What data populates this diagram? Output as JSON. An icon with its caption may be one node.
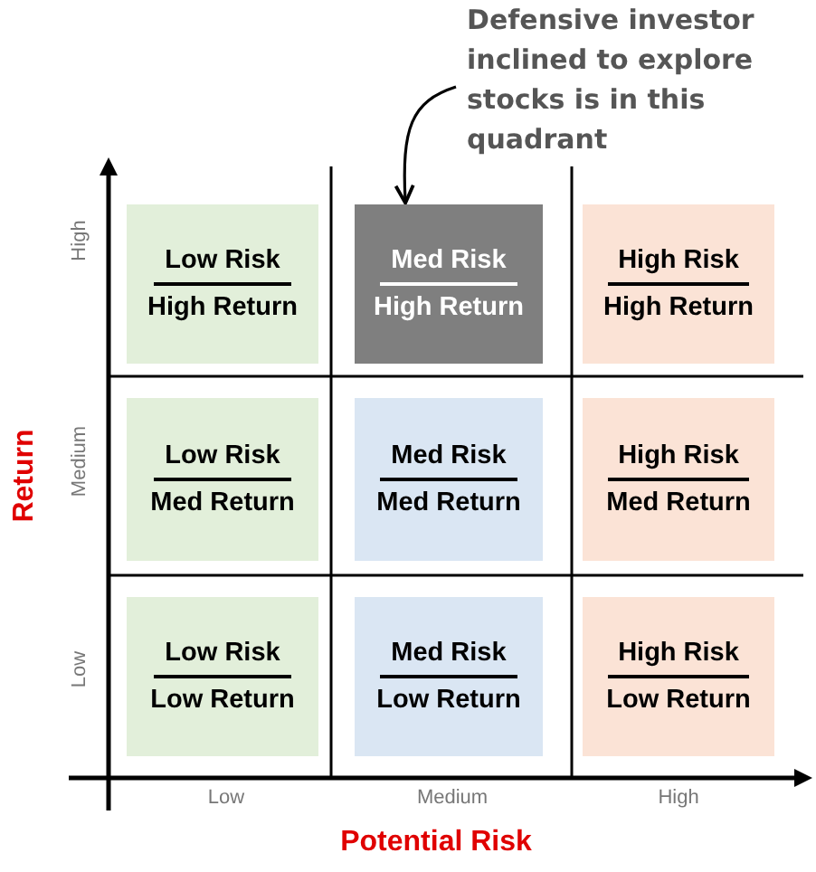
{
  "diagram": {
    "nodes": [
      {
        "text": [
          "Defensive investor inclined to explore stocks is in this quadrant"
        ]
      },
      {
        "text": [
          "Low Risk",
          "High Return"
        ]
      },
      {
        "text": [
          "Med Risk",
          "High Return"
        ]
      },
      {
        "text": [
          "High Risk",
          "High Return"
        ]
      },
      {
        "text": [
          "Low Risk",
          "Med Return"
        ]
      },
      {
        "text": [
          "Med Risk",
          "Med Return"
        ]
      },
      {
        "text": [
          "High Risk",
          "Med Return"
        ]
      },
      {
        "text": [
          "Low Risk",
          "Low Return"
        ]
      },
      {
        "text": [
          "Med Risk",
          "Low Return"
        ]
      },
      {
        "text": [
          "High Risk",
          "Low Return"
        ]
      }
    ],
    "edges": [
      {
        "from": 0,
        "to": 2,
        "arrow": "to"
      }
    ],
    "labels": [
      "High",
      "Medium",
      "Low",
      "Return",
      "Low",
      "Medium",
      "High",
      "Potential Risk"
    ]
  }
}
